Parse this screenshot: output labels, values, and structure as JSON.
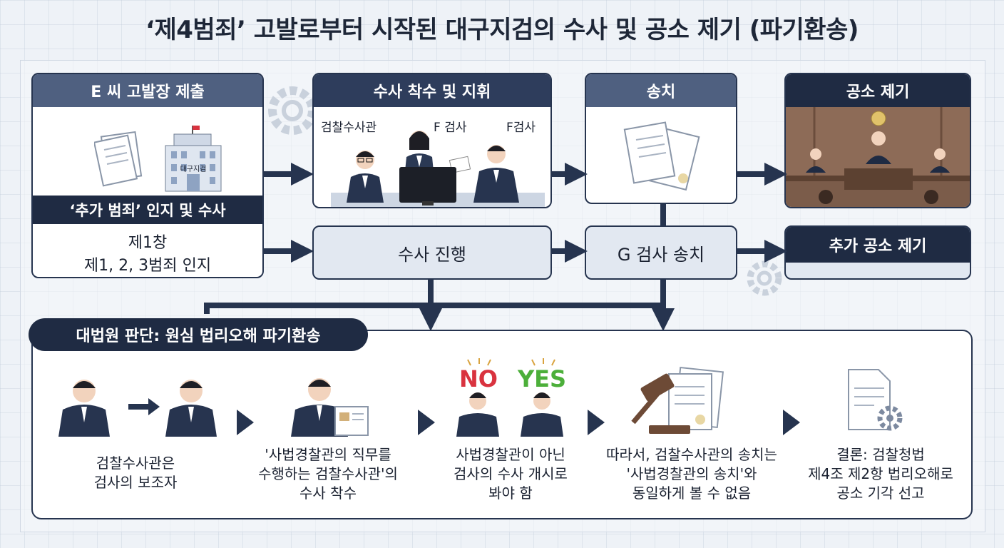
{
  "title": "‘제4범죄’ 고발로부터 시작된 대구지검의 수사 및 공소 제기 (파기환송)",
  "box1": {
    "head": "E 씨 고발장 제출",
    "building_sign": "대구지검",
    "pill": "‘추가 범죄’ 인지 및 수사",
    "line1": "제1창",
    "line2": "제1, 2, 3범죄 인지"
  },
  "box2": {
    "head": "수사 착수 및 지휘",
    "label_a": "검찰수사관",
    "label_b": "F 검사",
    "label_c": "F검사"
  },
  "box3": {
    "head": "송치"
  },
  "box4": {
    "head": "공소 제기"
  },
  "mid": {
    "investigation": "수사 진행",
    "transfer": "G 검사 송치",
    "additional": "추가 공소 제기"
  },
  "verdict": {
    "label": "대법원 판단: 원심 법리오해 파기환송",
    "no_text": "NO",
    "yes_text": "YES",
    "steps": [
      {
        "lines": [
          "검찰수사관은",
          "검사의 보조자"
        ]
      },
      {
        "lines": [
          "'사법경찰관의 직무를",
          "수행하는 검찰수사관'의",
          "수사 착수"
        ]
      },
      {
        "lines": [
          "사법경찰관이 아닌",
          "검사의 수사 개시로",
          "봐야 함"
        ]
      },
      {
        "lines": [
          "따라서, 검찰수사관의 송치는",
          "'사법경찰관의 송치'와",
          "동일하게 볼 수 없음"
        ]
      },
      {
        "lines": [
          "결론: 검찰청법",
          "제4조 제2항 법리오해로",
          "공소 기각 선고"
        ]
      }
    ]
  },
  "colors": {
    "navy": "#1f2b43",
    "header": "#2e3d5c",
    "light_fill": "#e2e8f1",
    "no_red": "#d9333f",
    "yes_green": "#4caf3a"
  },
  "icons": [
    "document-icon",
    "building-icon",
    "person-icon",
    "computer-icon",
    "courtroom-icon",
    "gavel-icon",
    "gear-icon",
    "arrow-right-icon",
    "chevron-right-icon"
  ]
}
